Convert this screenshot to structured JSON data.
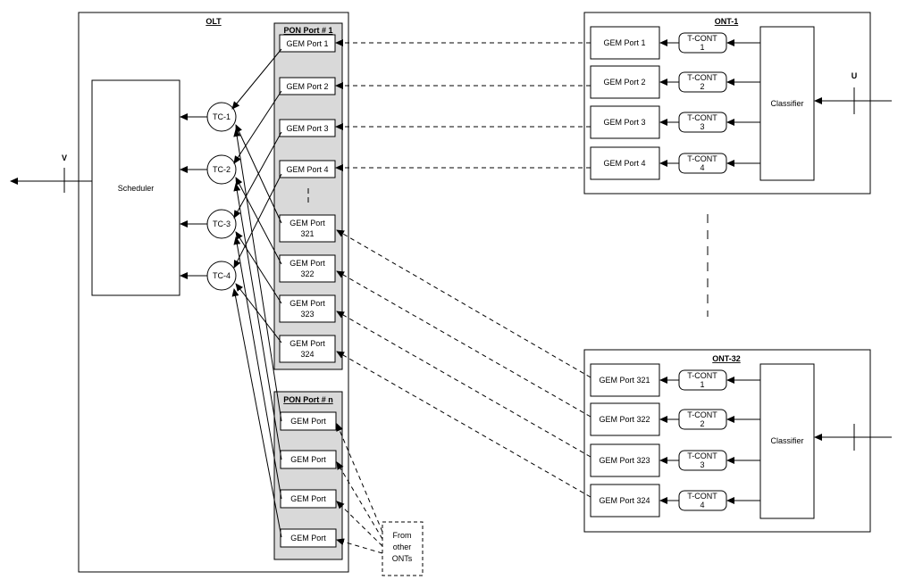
{
  "olt": {
    "title": "OLT",
    "scheduler": "Scheduler",
    "interface_label": "V",
    "tcs": [
      "TC-1",
      "TC-2",
      "TC-3",
      "TC-4"
    ],
    "pon1": {
      "title": "PON Port # 1",
      "gem_ports": [
        [
          "GEM Port 1"
        ],
        [
          "GEM Port 2"
        ],
        [
          "GEM Port 3"
        ],
        [
          "GEM Port 4"
        ],
        [
          "GEM Port",
          "321"
        ],
        [
          "GEM Port",
          "322"
        ],
        [
          "GEM Port",
          "323"
        ],
        [
          "GEM Port",
          "324"
        ]
      ]
    },
    "ponn": {
      "title": "PON Port # n",
      "gem_ports": [
        "GEM Port",
        "GEM Port",
        "GEM Port",
        "GEM Port"
      ]
    },
    "from_other": [
      "From",
      "other",
      "ONTs"
    ]
  },
  "ont1": {
    "title": "ONT-1",
    "classifier": "Classifier",
    "interface_label": "U",
    "gem_ports": [
      "GEM Port 1",
      "GEM Port 2",
      "GEM Port 3",
      "GEM Port 4"
    ],
    "tconts": [
      [
        "T-CONT",
        "1"
      ],
      [
        "T-CONT",
        "2"
      ],
      [
        "T-CONT",
        "3"
      ],
      [
        "T-CONT",
        "4"
      ]
    ]
  },
  "ont32": {
    "title": "ONT-32",
    "classifier": "Classifier",
    "gem_ports": [
      "GEM Port 321",
      "GEM Port 322",
      "GEM Port 323",
      "GEM Port 324"
    ],
    "tconts": [
      [
        "T-CONT",
        "1"
      ],
      [
        "T-CONT",
        "2"
      ],
      [
        "T-CONT",
        "3"
      ],
      [
        "T-CONT",
        "4"
      ]
    ]
  }
}
